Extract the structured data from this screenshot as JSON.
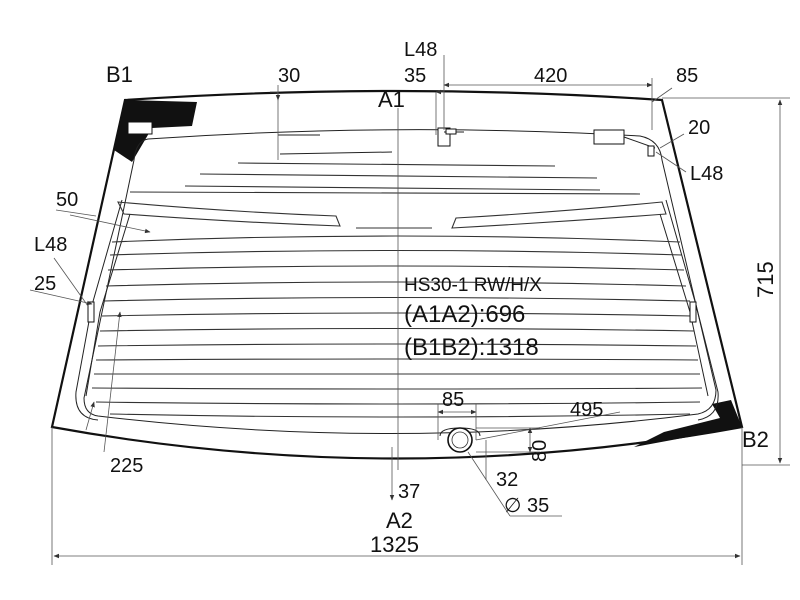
{
  "part": {
    "code": "HS30-1 RW/H/X",
    "a1a2": "(A1A2):696",
    "b1b2": "(B1B2):1318"
  },
  "labels": {
    "a1": "A1",
    "a2": "A2",
    "b1": "B1",
    "b2": "B2"
  },
  "dimensions": {
    "overall_width": "1325",
    "height": "715",
    "top_30": "30",
    "top_35": "35",
    "top_l48": "L48",
    "top_420": "420",
    "top_85": "85",
    "right_20": "20",
    "right_l48": "L48",
    "left_50": "50",
    "left_l48": "L48",
    "left_25": "25",
    "left_225": "225",
    "bottom_37": "37",
    "notch_85": "85",
    "notch_495": "495",
    "notch_80": "80",
    "notch_32": "32",
    "notch_diameter": "∅ 35"
  }
}
